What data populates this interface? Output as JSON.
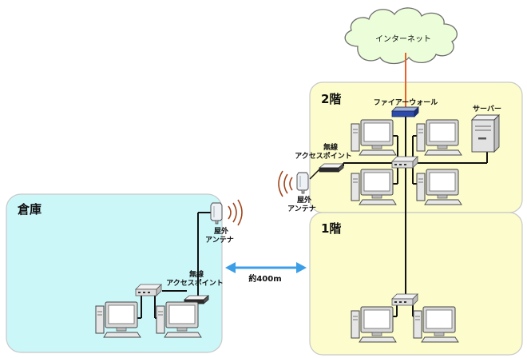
{
  "diagram": {
    "internet": {
      "label": "インターネット"
    },
    "floor2": {
      "title": "2階",
      "firewall_label": "ファイアーウォール",
      "server_label": "サーバー",
      "access_point_label_line1": "無線",
      "access_point_label_line2": "アクセスポイント",
      "antenna_label_line1": "屋外",
      "antenna_label_line2": "アンテナ"
    },
    "floor1": {
      "title": "1階"
    },
    "warehouse": {
      "title": "倉庫",
      "antenna_label_line1": "屋外",
      "antenna_label_line2": "アンテナ",
      "access_point_label_line1": "無線",
      "access_point_label_line2": "アクセスポイント"
    },
    "link": {
      "distance_label": "約400m"
    }
  },
  "colors": {
    "warehouse_fill": "#ccf7f9",
    "floor_fill": "#fcfccc",
    "room_border": "#c8c8c8",
    "cloud_fill": "#ecfed9",
    "cloud_stroke": "#6e6e6e",
    "internet_line": "#e8612c",
    "link_arrow": "#3d9ee8",
    "cable": "#111111",
    "wave": "#a0451c"
  },
  "icons": [
    "cloud-icon",
    "firewall-icon",
    "hub-icon",
    "pc-icon",
    "server-icon",
    "access-point-icon",
    "antenna-icon",
    "wave-icon",
    "double-arrow-icon"
  ]
}
